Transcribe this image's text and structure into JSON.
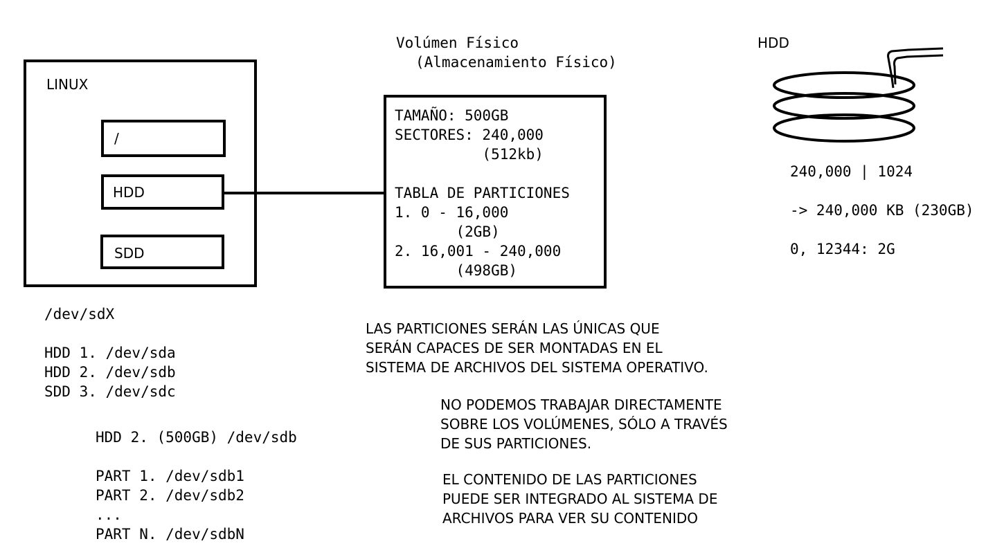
{
  "linux": {
    "title": "LINUX",
    "slots": [
      "/",
      "HDD",
      "SDD"
    ]
  },
  "dev_section": {
    "header": "/dev/sdX",
    "lines": [
      "HDD 1. /dev/sda",
      "HDD 2. /dev/sdb",
      "SDD 3. /dev/sdc"
    ]
  },
  "partitions_example": {
    "header": "HDD 2. (500GB) /dev/sdb",
    "lines": [
      "PART 1. /dev/sdb1",
      "PART 2. /dev/sdb2",
      "...",
      "PART N. /dev/sdbN"
    ]
  },
  "volume": {
    "title": "Volúmen Físico",
    "subtitle": "(Almacenamiento Físico)",
    "lines": [
      "TAMAÑO: 500GB",
      "SECTORES: 240,000",
      "          (512kb)",
      "",
      "TABLA DE PARTICIONES",
      "1. 0 - 16,000",
      "       (2GB)",
      "2. 16,001 - 240,000",
      "       (498GB)"
    ]
  },
  "notes": [
    [
      "LAS PARTICIONES SERÁN LAS ÚNICAS QUE",
      "SERÁN CAPACES DE SER MONTADAS EN EL",
      "SISTEMA DE ARCHIVOS DEL SISTEMA OPERATIVO."
    ],
    [
      "NO PODEMOS TRABAJAR DIRECTAMENTE",
      "SOBRE LOS VOLÚMENES, SÓLO A TRAVÉS",
      "DE SUS PARTICIONES."
    ],
    [
      "EL CONTENIDO DE LAS PARTICIONES",
      "PUEDE SER INTEGRADO AL SISTEMA DE",
      "ARCHIVOS PARA VER SU CONTENIDO"
    ]
  ],
  "hdd": {
    "title": "HDD",
    "calc": [
      "240,000 | 1024",
      "-> 240,000 KB (230GB)",
      "0, 12344: 2G"
    ]
  }
}
